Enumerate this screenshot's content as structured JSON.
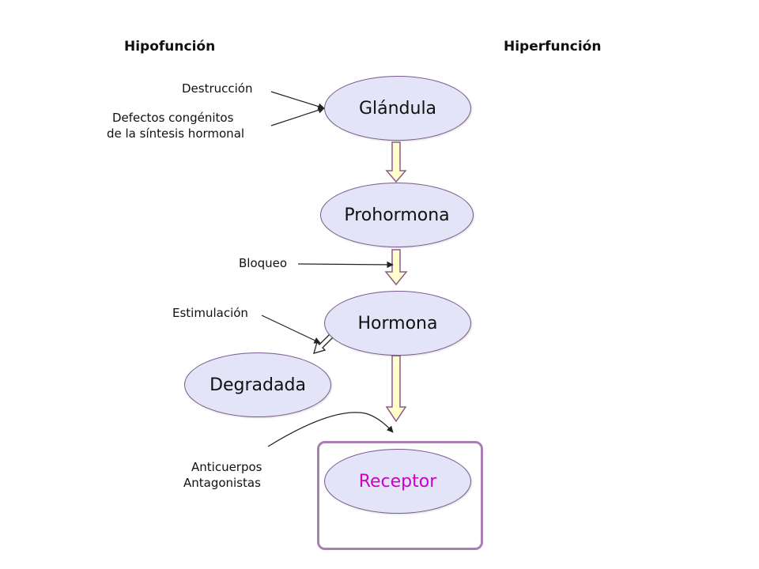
{
  "headers": {
    "hipofuncion": "Hipofunción",
    "hiperfuncion": "Hiperfunción"
  },
  "nodes": {
    "glandula": "Glándula",
    "prohormona": "Prohormona",
    "hormona": "Hormona",
    "degradada": "Degradada",
    "receptor": "Receptor"
  },
  "labels": {
    "destruccion": "Destrucción",
    "defectos_line1": "Defectos congénitos",
    "defectos_line2": "de la síntesis hormonal",
    "bloqueo": "Bloqueo",
    "estimulacion": "Estimulación",
    "anticuerpos": "Anticuerpos",
    "antagonistas": "Antagonistas"
  },
  "colors": {
    "node_fill": "#e4e4f8",
    "node_border": "#7a5a8c",
    "flow_arrow_fill": "#ffffcc",
    "flow_arrow_border": "#8e5a8e",
    "receptor_text": "#cc00cc",
    "receptor_box": "#a97fb3"
  }
}
